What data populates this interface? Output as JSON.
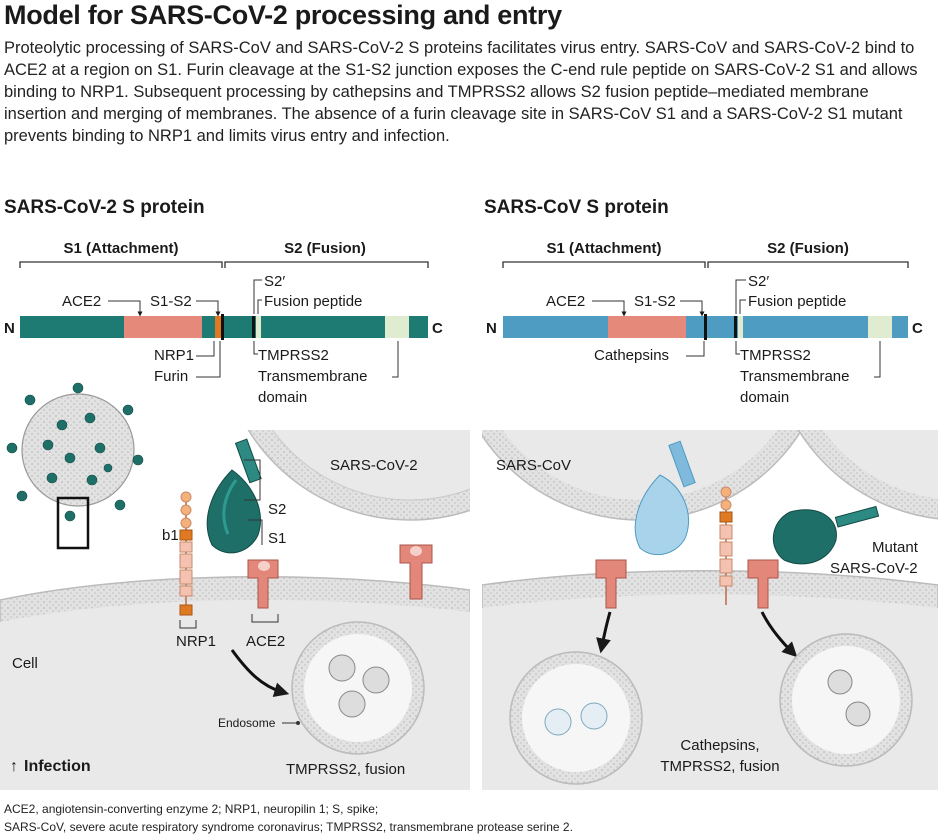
{
  "title": "Model for SARS-CoV-2 processing and entry",
  "description": "Proteolytic processing of SARS-CoV and SARS-CoV-2 S proteins facilitates virus entry. SARS-CoV and SARS-CoV-2 bind to ACE2 at a region on S1. Furin cleavage at the S1-S2 junction exposes the C-end rule peptide on SARS-CoV-2 S1 and allows binding to NRP1. Subsequent processing by cathepsins and TMPRSS2 allows S2 fusion peptide–mediated membrane insertion and merging of membranes. The absence of a furin cleavage site in SARS-CoV S1 and a SARS-CoV-2 S1 mutant prevents binding to NRP1 and limits virus entry and infection.",
  "left_panel": {
    "title": "SARS-CoV-2 S protein",
    "s1": "S1 (Attachment)",
    "s2": "S2 (Fusion)",
    "n": "N",
    "c": "C",
    "ace2": "ACE2",
    "s1s2": "S1-S2",
    "s2prime": "S2′",
    "fusion_peptide": "Fusion peptide",
    "nrp1": "NRP1",
    "furin": "Furin",
    "tmprss2": "TMPRSS2",
    "tm1": "Transmembrane",
    "tm2": "domain",
    "virus_label": "SARS-CoV-2",
    "s2_short": "S2",
    "s1_short": "S1",
    "b1": "b1",
    "nrp1_receptor": "NRP1",
    "ace2_receptor": "ACE2",
    "cell": "Cell",
    "endosome": "Endosome",
    "fusion_note": "TMPRSS2, fusion",
    "infection_arrow": "↑",
    "infection": "Infection"
  },
  "right_panel": {
    "title": "SARS-CoV S protein",
    "s1": "S1 (Attachment)",
    "s2": "S2 (Fusion)",
    "n": "N",
    "c": "C",
    "ace2": "ACE2",
    "s1s2": "S1-S2",
    "s2prime": "S2′",
    "fusion_peptide": "Fusion peptide",
    "cathepsins": "Cathepsins",
    "tmprss2": "TMPRSS2",
    "tm1": "Transmembrane",
    "tm2": "domain",
    "virus_label": "SARS-CoV",
    "mutant1": "Mutant",
    "mutant2": "SARS-CoV-2",
    "note1": "Cathepsins,",
    "note2": "TMPRSS2, fusion"
  },
  "footer": {
    "line1": "ACE2, angiotensin-converting enzyme 2; NRP1, neuropilin 1; S, spike;",
    "line2": "SARS-CoV, severe acute respiratory syndrome coronavirus; TMPRSS2, transmembrane protease serine 2."
  },
  "colors": {
    "sars_cov2_bar": "#1e7b74",
    "sars_cov_bar": "#4e9cc2",
    "s1_region": "#e58a7b",
    "tm_region": "#dfeccf",
    "furin_site": "#e07a22",
    "membrane": "#d8d8d8",
    "virus_teal": "#1f6f69",
    "ace2_receptor": "#e3877a"
  }
}
